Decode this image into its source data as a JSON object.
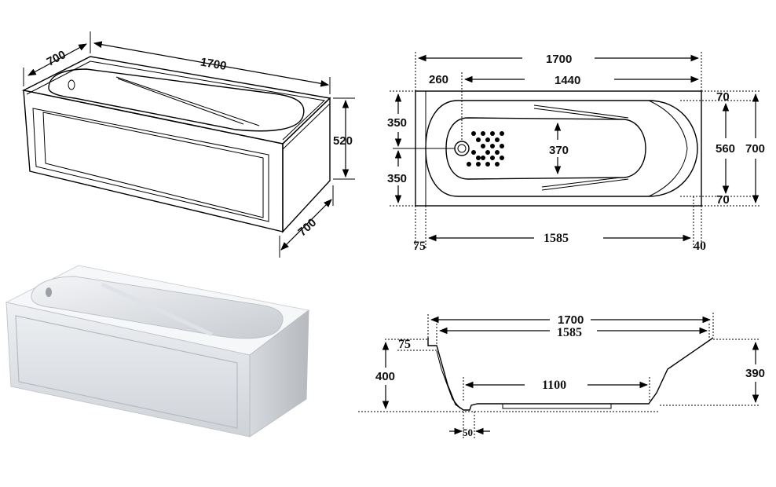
{
  "iso_view": {
    "length": "1700",
    "width_top": "700",
    "width_side": "700",
    "height": "520"
  },
  "top_view": {
    "overall_length": "1700",
    "drain_offset": "260",
    "inner_length": "1440",
    "half_width_top": "350",
    "half_width_bottom": "350",
    "headrest_width": "370",
    "inner_width": "560",
    "overall_width": "700",
    "rim_top": "70",
    "rim_bottom": "70",
    "left_rim": "75",
    "bottom_length": "1585",
    "right_rim": "40"
  },
  "section_view": {
    "overall_length": "1700",
    "inner_length": "1585",
    "rim": "75",
    "depth_left": "400",
    "depth_right": "390",
    "floor_length": "1100",
    "drain_width": "50"
  }
}
